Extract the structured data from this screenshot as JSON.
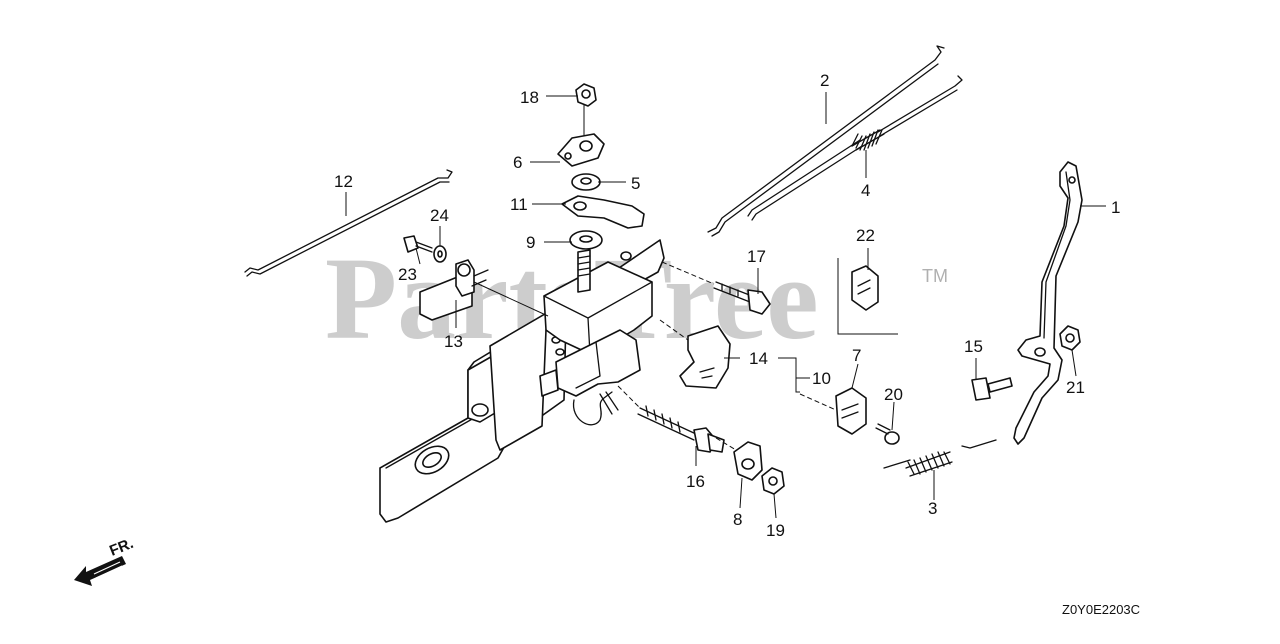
{
  "diagram": {
    "watermark": "PartsTree",
    "trademark": "TM",
    "diagram_code": "Z0Y0E2203C",
    "direction_label": "FR.",
    "callouts": {
      "c1": "1",
      "c2": "2",
      "c3": "3",
      "c4": "4",
      "c5": "5",
      "c6": "6",
      "c7": "7",
      "c8": "8",
      "c9": "9",
      "c10": "10",
      "c11": "11",
      "c12": "12",
      "c13": "13",
      "c14": "14",
      "c15": "15",
      "c16": "16",
      "c17": "17",
      "c18": "18",
      "c19": "19",
      "c20": "20",
      "c21": "21",
      "c22": "22",
      "c23": "23",
      "c24": "24"
    }
  }
}
